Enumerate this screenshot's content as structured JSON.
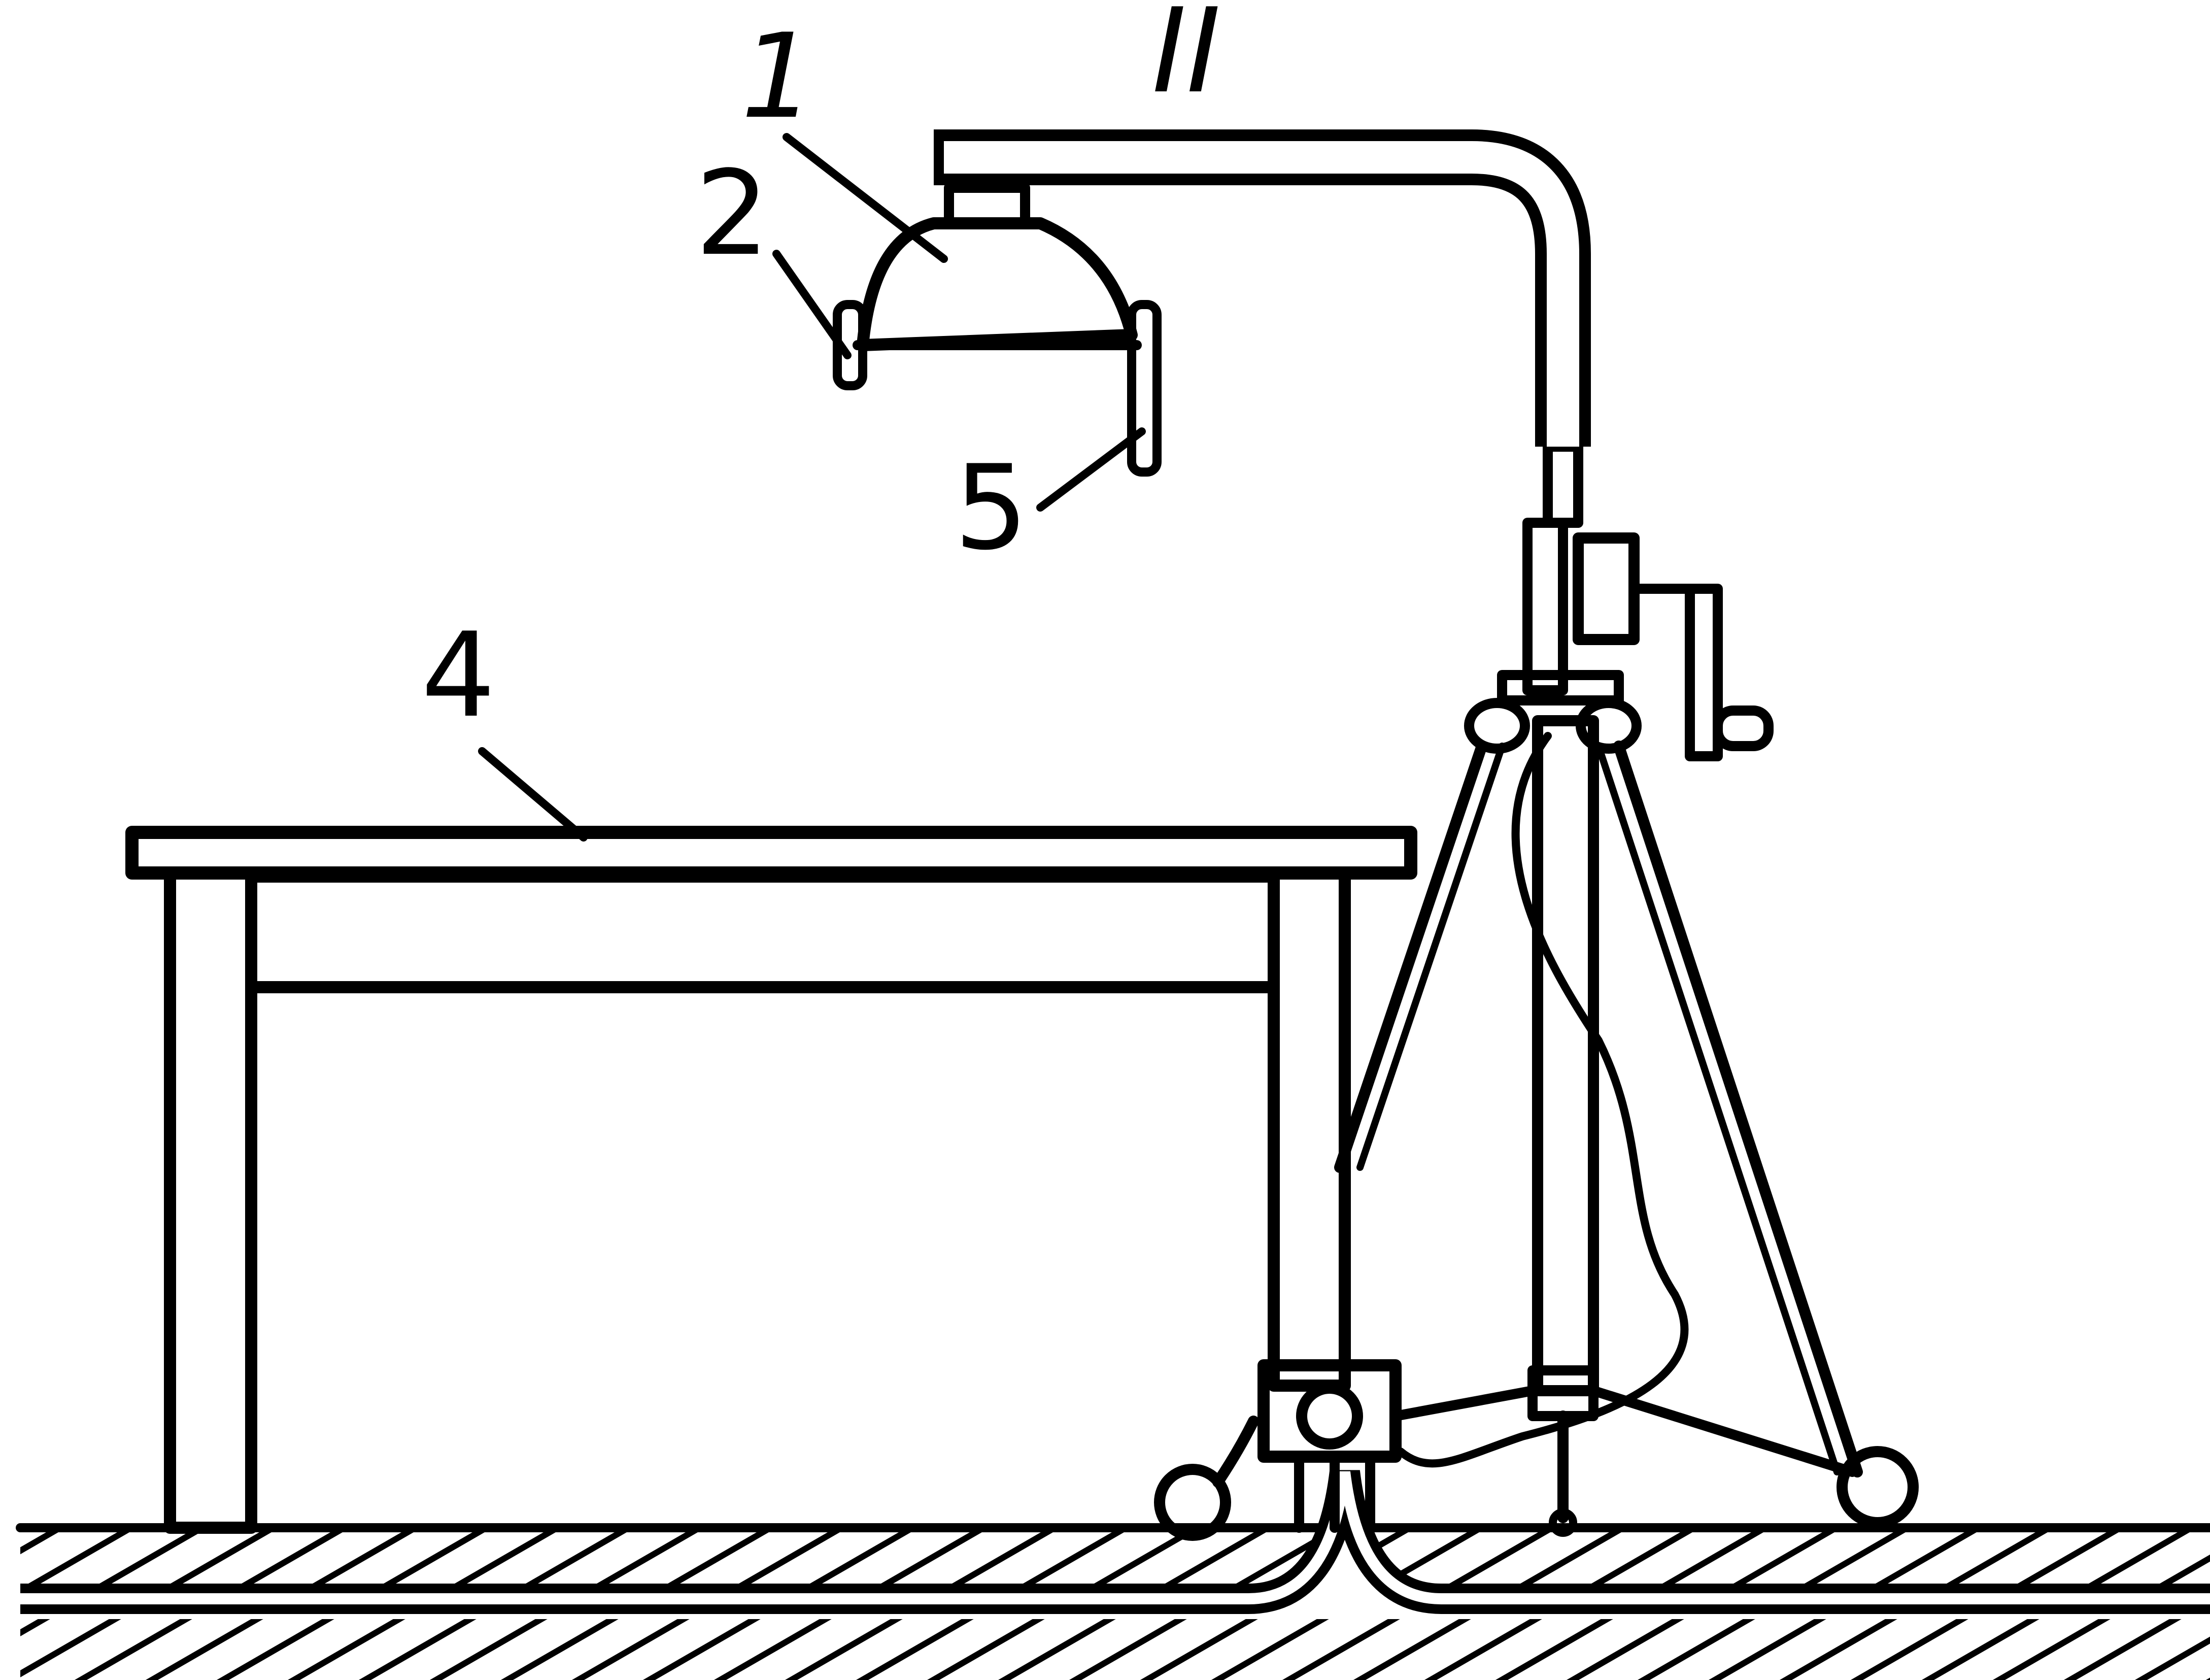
{
  "figure": {
    "marker": "II",
    "labels": {
      "lamp_shade": "1",
      "shade_lug_left": "2",
      "table": "4",
      "shade_lug_right": "5"
    }
  },
  "colors": {
    "ink": "#000000",
    "paper": "#ffffff"
  }
}
